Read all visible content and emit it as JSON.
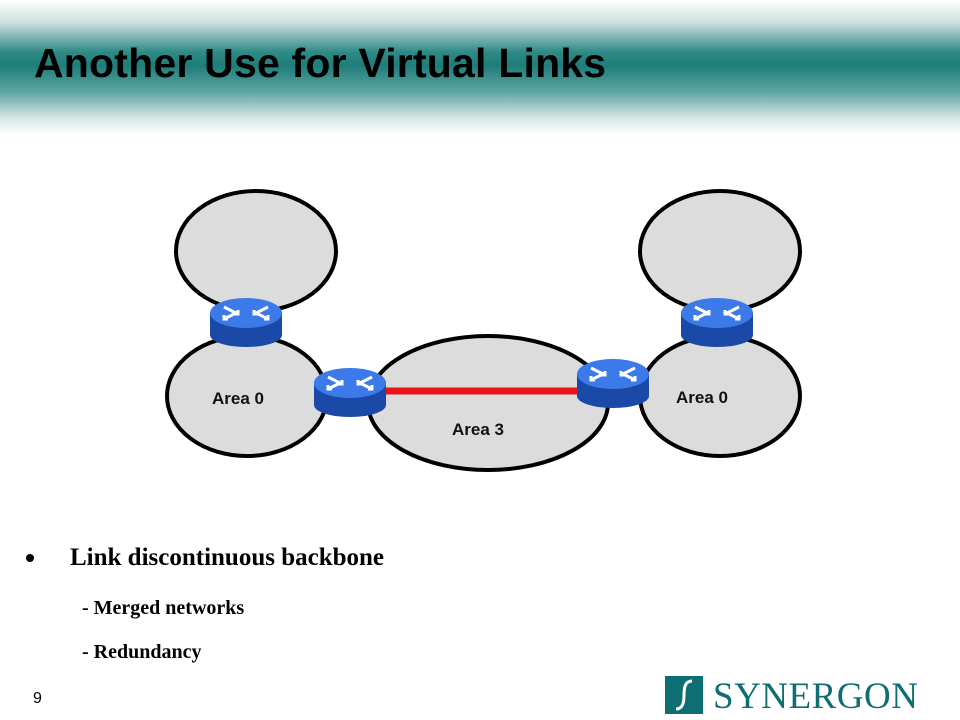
{
  "slide": {
    "title": "Another Use for Virtual Links",
    "page_number": "9"
  },
  "diagram": {
    "areas": [
      {
        "label": "Area 0"
      },
      {
        "label": "Area 3"
      },
      {
        "label": "Area 0"
      }
    ],
    "link_color": "#e8141a",
    "router_color": "#2d6bd6",
    "area_fill": "#dcdcdc",
    "icons": [
      "router-icon"
    ]
  },
  "bullets": {
    "main": "Link discontinuous backbone",
    "subs": [
      "- Merged networks",
      "- Redundancy"
    ]
  },
  "logo": {
    "text": "SYNERGON",
    "color": "#0e6f72"
  }
}
